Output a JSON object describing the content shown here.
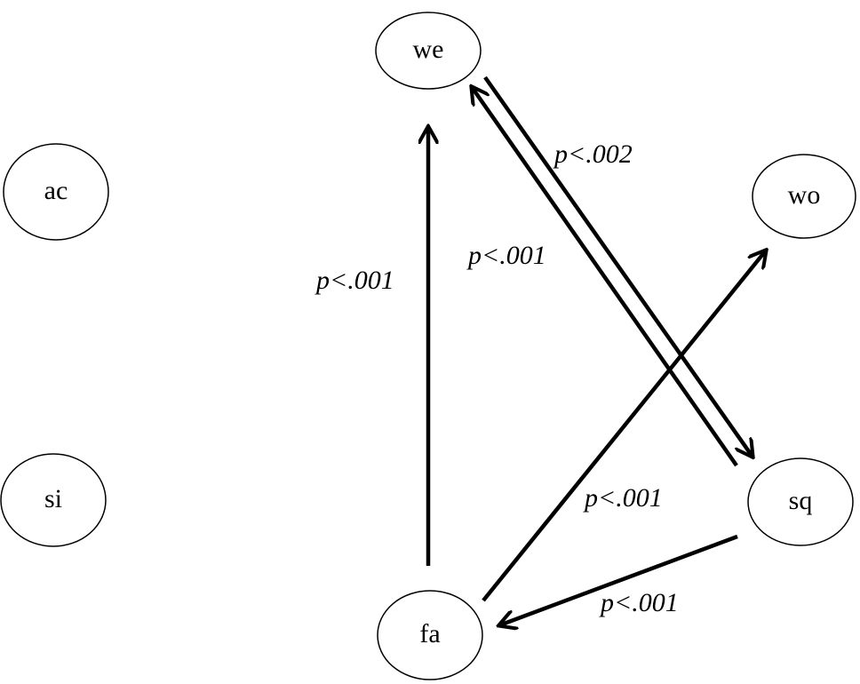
{
  "nodes": {
    "we": "we",
    "ac": "ac",
    "wo": "wo",
    "si": "si",
    "sq": "sq",
    "fa": "fa"
  },
  "edges": [
    {
      "from": "fa",
      "to": "we",
      "label": "p<.001"
    },
    {
      "from": "we",
      "to": "sq",
      "label": "p<.002"
    },
    {
      "from": "sq",
      "to": "we",
      "label": "p<.001"
    },
    {
      "from": "fa",
      "to": "wo",
      "label": "p<.001"
    },
    {
      "from": "sq",
      "to": "fa",
      "label": "p<.001"
    }
  ]
}
